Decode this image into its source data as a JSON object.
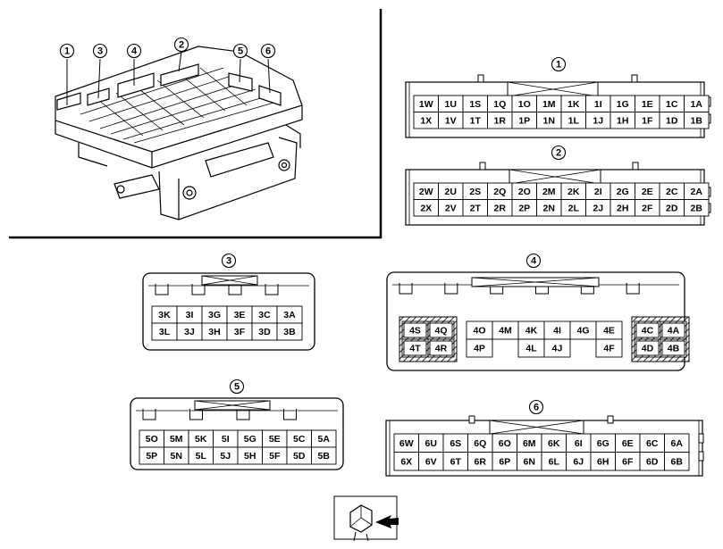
{
  "main_view": {
    "callouts": [
      "1",
      "3",
      "4",
      "2",
      "5",
      "6"
    ]
  },
  "connectors": [
    {
      "id": "c1",
      "number": "1",
      "rows": [
        [
          "1W",
          "1U",
          "1S",
          "1Q",
          "1O",
          "1M",
          "1K",
          "1I",
          "1G",
          "1E",
          "1C",
          "1A"
        ],
        [
          "1X",
          "1V",
          "1T",
          "1R",
          "1P",
          "1N",
          "1L",
          "1J",
          "1H",
          "1F",
          "1D",
          "1B"
        ]
      ]
    },
    {
      "id": "c2",
      "number": "2",
      "rows": [
        [
          "2W",
          "2U",
          "2S",
          "2Q",
          "2O",
          "2M",
          "2K",
          "2I",
          "2G",
          "2E",
          "2C",
          "2A"
        ],
        [
          "2X",
          "2V",
          "2T",
          "2R",
          "2P",
          "2N",
          "2L",
          "2J",
          "2H",
          "2F",
          "2D",
          "2B"
        ]
      ]
    },
    {
      "id": "c3",
      "number": "3",
      "rows": [
        [
          "3K",
          "3I",
          "3G",
          "3E",
          "3C",
          "3A"
        ],
        [
          "3L",
          "3J",
          "3H",
          "3F",
          "3D",
          "3B"
        ]
      ]
    },
    {
      "id": "c4",
      "number": "4",
      "rows": [
        [
          "4S",
          "4Q",
          "4O",
          "4M",
          "4K",
          "4I",
          "4G",
          "4E",
          "4C",
          "4A"
        ],
        [
          "4T",
          "4R",
          "4P",
          "",
          "4L",
          "4J",
          "",
          "4F",
          "4D",
          "4B"
        ]
      ]
    },
    {
      "id": "c5",
      "number": "5",
      "rows": [
        [
          "5O",
          "5M",
          "5K",
          "5I",
          "5G",
          "5E",
          "5C",
          "5A"
        ],
        [
          "5P",
          "5N",
          "5L",
          "5J",
          "5H",
          "5F",
          "5D",
          "5B"
        ]
      ]
    },
    {
      "id": "c6",
      "number": "6",
      "rows": [
        [
          "6W",
          "6U",
          "6S",
          "6Q",
          "6O",
          "6M",
          "6K",
          "6I",
          "6G",
          "6E",
          "6C",
          "6A"
        ],
        [
          "6X",
          "6V",
          "6T",
          "6R",
          "6P",
          "6N",
          "6L",
          "6J",
          "6H",
          "6F",
          "6D",
          "6B"
        ]
      ]
    }
  ]
}
